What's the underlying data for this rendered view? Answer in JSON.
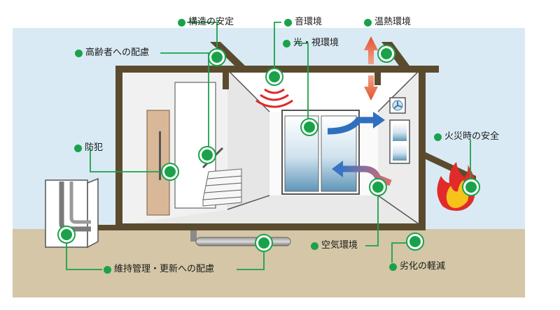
{
  "labels": {
    "structure": "構造の安定",
    "sound": "音環境",
    "thermal": "温熱環境",
    "elderly": "高齢者への配慮",
    "light": "光・視環境",
    "crime": "防犯",
    "fire": "火災時の安全",
    "air": "空気環境",
    "deterioration": "劣化の軽減",
    "maintenance": "維持管理・更新への配慮"
  },
  "colors": {
    "sky": "#d9eaf4",
    "ground": "#d4c6a6",
    "frame": "#5b4b2e",
    "marker": "#1aa24a",
    "marker_ring": "#1aa24a",
    "leader_line": "#1aa24a",
    "heat_warm": "#e5502b",
    "cool_air": "#2f6fbf",
    "door": "#d8b898",
    "fire_outer": "#e12b2b",
    "fire_inner": "#f6c21c"
  }
}
